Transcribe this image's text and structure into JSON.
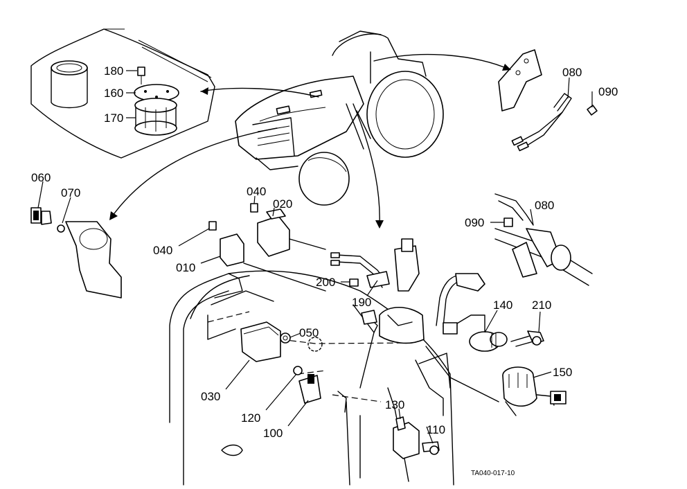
{
  "figure_code": "TA040-017-10",
  "callouts": [
    {
      "id": "p180",
      "text": "180"
    },
    {
      "id": "p160",
      "text": "160"
    },
    {
      "id": "p170",
      "text": "170"
    },
    {
      "id": "p060",
      "text": "060"
    },
    {
      "id": "p070",
      "text": "070"
    },
    {
      "id": "p040a",
      "text": "040"
    },
    {
      "id": "p020",
      "text": "020"
    },
    {
      "id": "p040b",
      "text": "040"
    },
    {
      "id": "p010",
      "text": "010"
    },
    {
      "id": "p080a",
      "text": "080"
    },
    {
      "id": "p090a",
      "text": "090"
    },
    {
      "id": "p080b",
      "text": "080"
    },
    {
      "id": "p090b",
      "text": "090"
    },
    {
      "id": "p200",
      "text": "200"
    },
    {
      "id": "p190",
      "text": "190"
    },
    {
      "id": "p140",
      "text": "140"
    },
    {
      "id": "p210",
      "text": "210"
    },
    {
      "id": "p050",
      "text": "050"
    },
    {
      "id": "p150",
      "text": "150"
    },
    {
      "id": "p030",
      "text": "030"
    },
    {
      "id": "p120",
      "text": "120"
    },
    {
      "id": "p100",
      "text": "100"
    },
    {
      "id": "p130",
      "text": "130"
    },
    {
      "id": "p110",
      "text": "110"
    }
  ]
}
